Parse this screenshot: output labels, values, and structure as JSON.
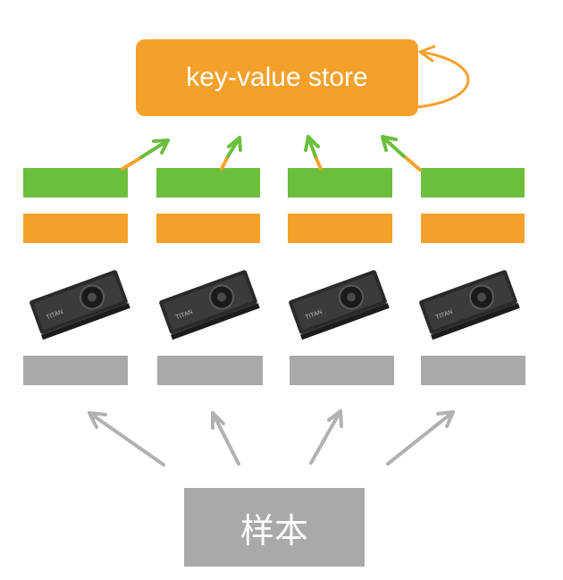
{
  "kv_store": {
    "label": "key-value store"
  },
  "sample": {
    "label": "样本"
  },
  "workers": [
    {
      "gpu_brand": "TITAN"
    },
    {
      "gpu_brand": "TITAN"
    },
    {
      "gpu_brand": "TITAN"
    },
    {
      "gpu_brand": "TITAN"
    }
  ],
  "colors": {
    "store": "#f4a12b",
    "gradient": "#6bbf3c",
    "parameter": "#f4a12b",
    "data": "#a8aaa9",
    "arrow_gray": "#b0b2b1"
  },
  "icons": [
    "gpu-card-icon"
  ]
}
